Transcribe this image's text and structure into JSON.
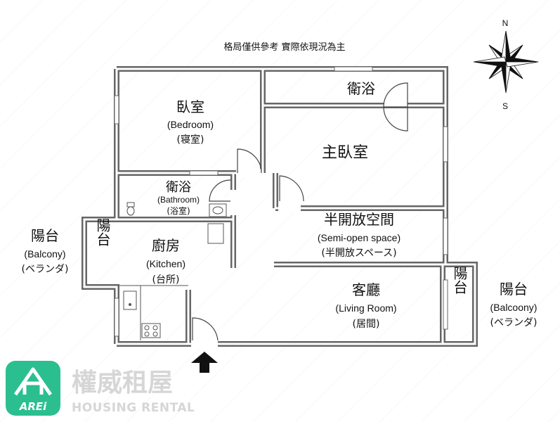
{
  "disclaimer": "格局僅供參考 實際依現況為主",
  "compass": {
    "north": "N",
    "south": "S"
  },
  "rooms": {
    "bedroom": {
      "zh": "臥室",
      "en": "(Bedroom)",
      "alt": "(寝室)"
    },
    "bath_top": {
      "zh": "衛浴"
    },
    "master_bedroom": {
      "zh": "主臥室"
    },
    "bath_small": {
      "zh": "衛浴",
      "en": "(Bathroom)",
      "alt": "(浴室)"
    },
    "balcony_left": {
      "zh": "陽台",
      "en": "(Balcony)",
      "alt": "(ベランダ)",
      "inner": "陽台"
    },
    "kitchen": {
      "zh": "廚房",
      "en": "(Kitchen)",
      "alt": "(台所)"
    },
    "semi_open": {
      "zh": "半開放空間",
      "en": "(Semi-open space)",
      "alt": "(半開放スペース)"
    },
    "living_room": {
      "zh": "客廳",
      "en": "(Living Room)",
      "alt": "(居間)"
    },
    "balcony_right": {
      "zh": "陽台",
      "en": "(Balcoony)",
      "alt": "(ベランダ)",
      "inner": "陽台"
    }
  },
  "logo": {
    "mark_text": "AREi",
    "brand_zh": "權威租屋",
    "brand_en": "HOUSING RENTAL",
    "color": "#2bbf8f"
  }
}
